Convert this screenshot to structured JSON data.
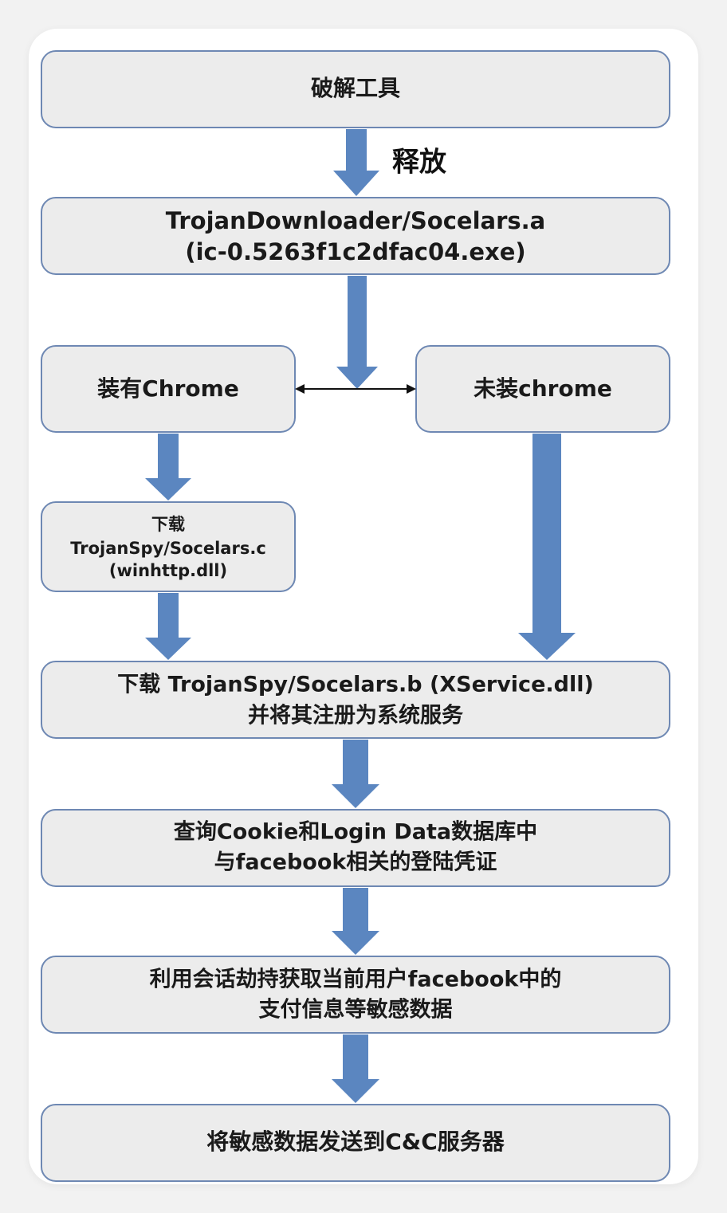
{
  "colors": {
    "node_fill": "#ececec",
    "node_stroke": "#6e88b3",
    "arrow_fill": "#5b86c0",
    "connector": "#111111"
  },
  "nodes": {
    "crack_tool": {
      "label": "破解工具"
    },
    "downloader": {
      "line1": "TrojanDownloader/Socelars.a",
      "line2": "(ic-0.5263f1c2dfac04.exe)"
    },
    "has_chrome": {
      "label": "装有Chrome"
    },
    "no_chrome": {
      "label": "未装chrome"
    },
    "download_c": {
      "line1": "下载",
      "line2": "TrojanSpy/Socelars.c",
      "line3": "(winhttp.dll)"
    },
    "download_b": {
      "line1": "下载 TrojanSpy/Socelars.b (XService.dll)",
      "line2": "并将其注册为系统服务"
    },
    "query": {
      "line1": "查询Cookie和Login Data数据库中",
      "line2": "与facebook相关的登陆凭证"
    },
    "hijack": {
      "line1": "利用会话劫持获取当前用户facebook中的",
      "line2": "支付信息等敏感数据"
    },
    "send": {
      "label": "将敏感数据发送到C&C服务器"
    }
  },
  "edges": {
    "release_label": "释放"
  }
}
